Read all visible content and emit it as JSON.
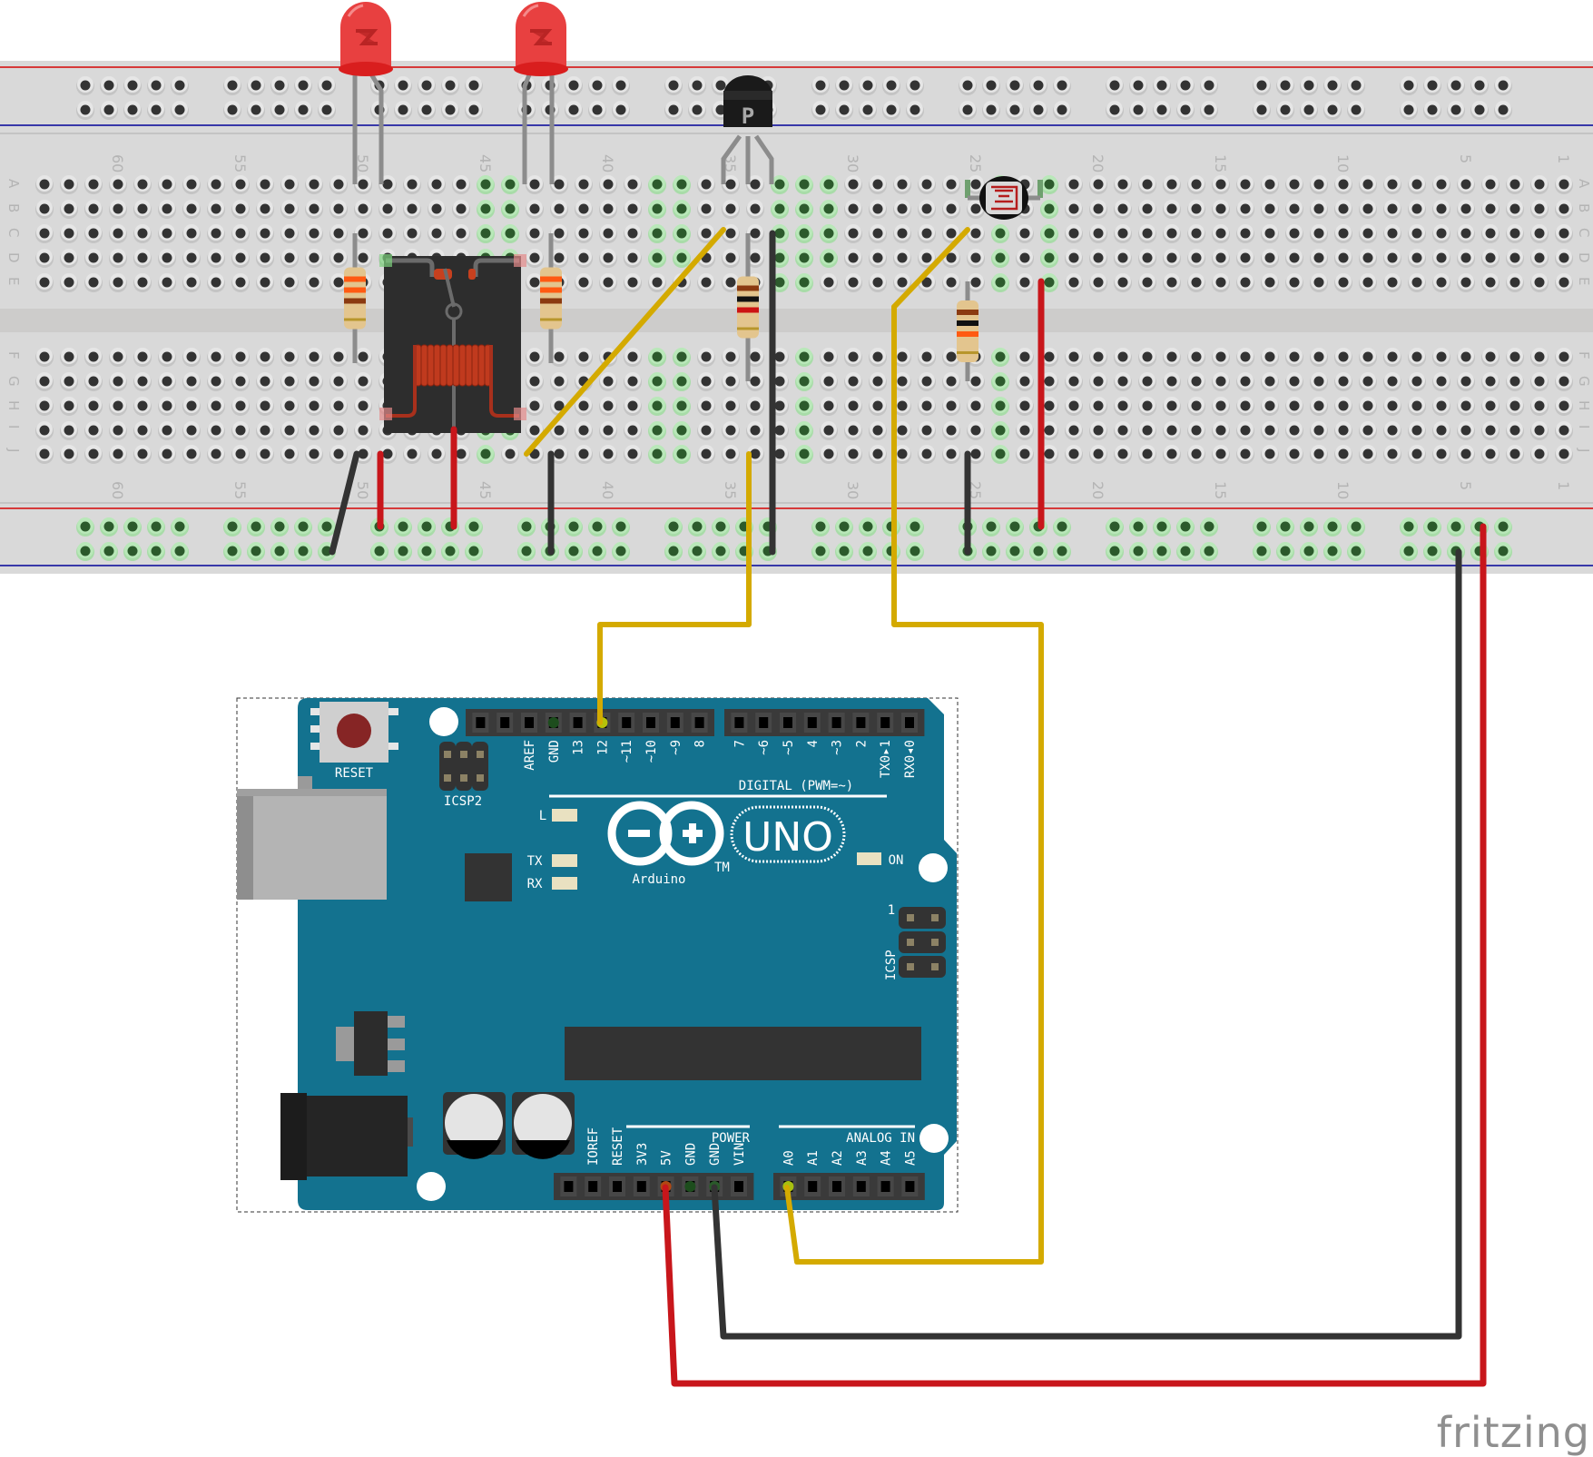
{
  "breadboard": {
    "column_numbers": [
      "60",
      "55",
      "50",
      "45",
      "40",
      "35",
      "30",
      "25",
      "20",
      "15",
      "10",
      "5",
      "1"
    ],
    "row_letters_top": [
      "A",
      "B",
      "C",
      "D",
      "E"
    ],
    "row_letters_bottom": [
      "F",
      "G",
      "H",
      "I",
      "J"
    ],
    "rail_colors": {
      "power": "#d63a3a",
      "ground": "#3838a8"
    }
  },
  "components": {
    "led_1": {
      "label": "Red LED",
      "color": "#e83a3a"
    },
    "led_2": {
      "label": "Red LED",
      "color": "#e83a3a"
    },
    "transistor": {
      "label": "P"
    },
    "photocell": {
      "label": "Photocell (LDR)"
    },
    "relay": {
      "label": "Relay"
    },
    "resistors": [
      "resistor-1",
      "resistor-2",
      "resistor-3",
      "resistor-4"
    ]
  },
  "wires": {
    "colors": {
      "yellow": "#d4aa00",
      "red": "#c8161b",
      "black": "#333333"
    }
  },
  "arduino": {
    "reset_label": "RESET",
    "icsp2_label": "ICSP2",
    "icsp_label": "ICSP",
    "icsp_pin1": "1",
    "digital_label": "DIGITAL (PWM=~)",
    "digital_pins_left": [
      "AREF",
      "GND",
      "13",
      "12",
      "~11",
      "~10",
      "~9",
      "8"
    ],
    "digital_pins_right": [
      "7",
      "~6",
      "~5",
      "4",
      "~3",
      "2",
      "TX0▸1",
      "RX0◂0"
    ],
    "led_l": "L",
    "led_tx": "TX",
    "led_rx": "RX",
    "led_on": "ON",
    "brand": "Arduino",
    "tm": "TM",
    "model": "UNO",
    "power_label": "POWER",
    "power_pins": [
      "IOREF",
      "RESET",
      "3V3",
      "5V",
      "GND",
      "GND",
      "VIN"
    ],
    "analog_label": "ANALOG IN",
    "analog_pins": [
      "A0",
      "A1",
      "A2",
      "A3",
      "A4",
      "A5"
    ],
    "board_color": "#13728f"
  },
  "watermark": "fritzing"
}
